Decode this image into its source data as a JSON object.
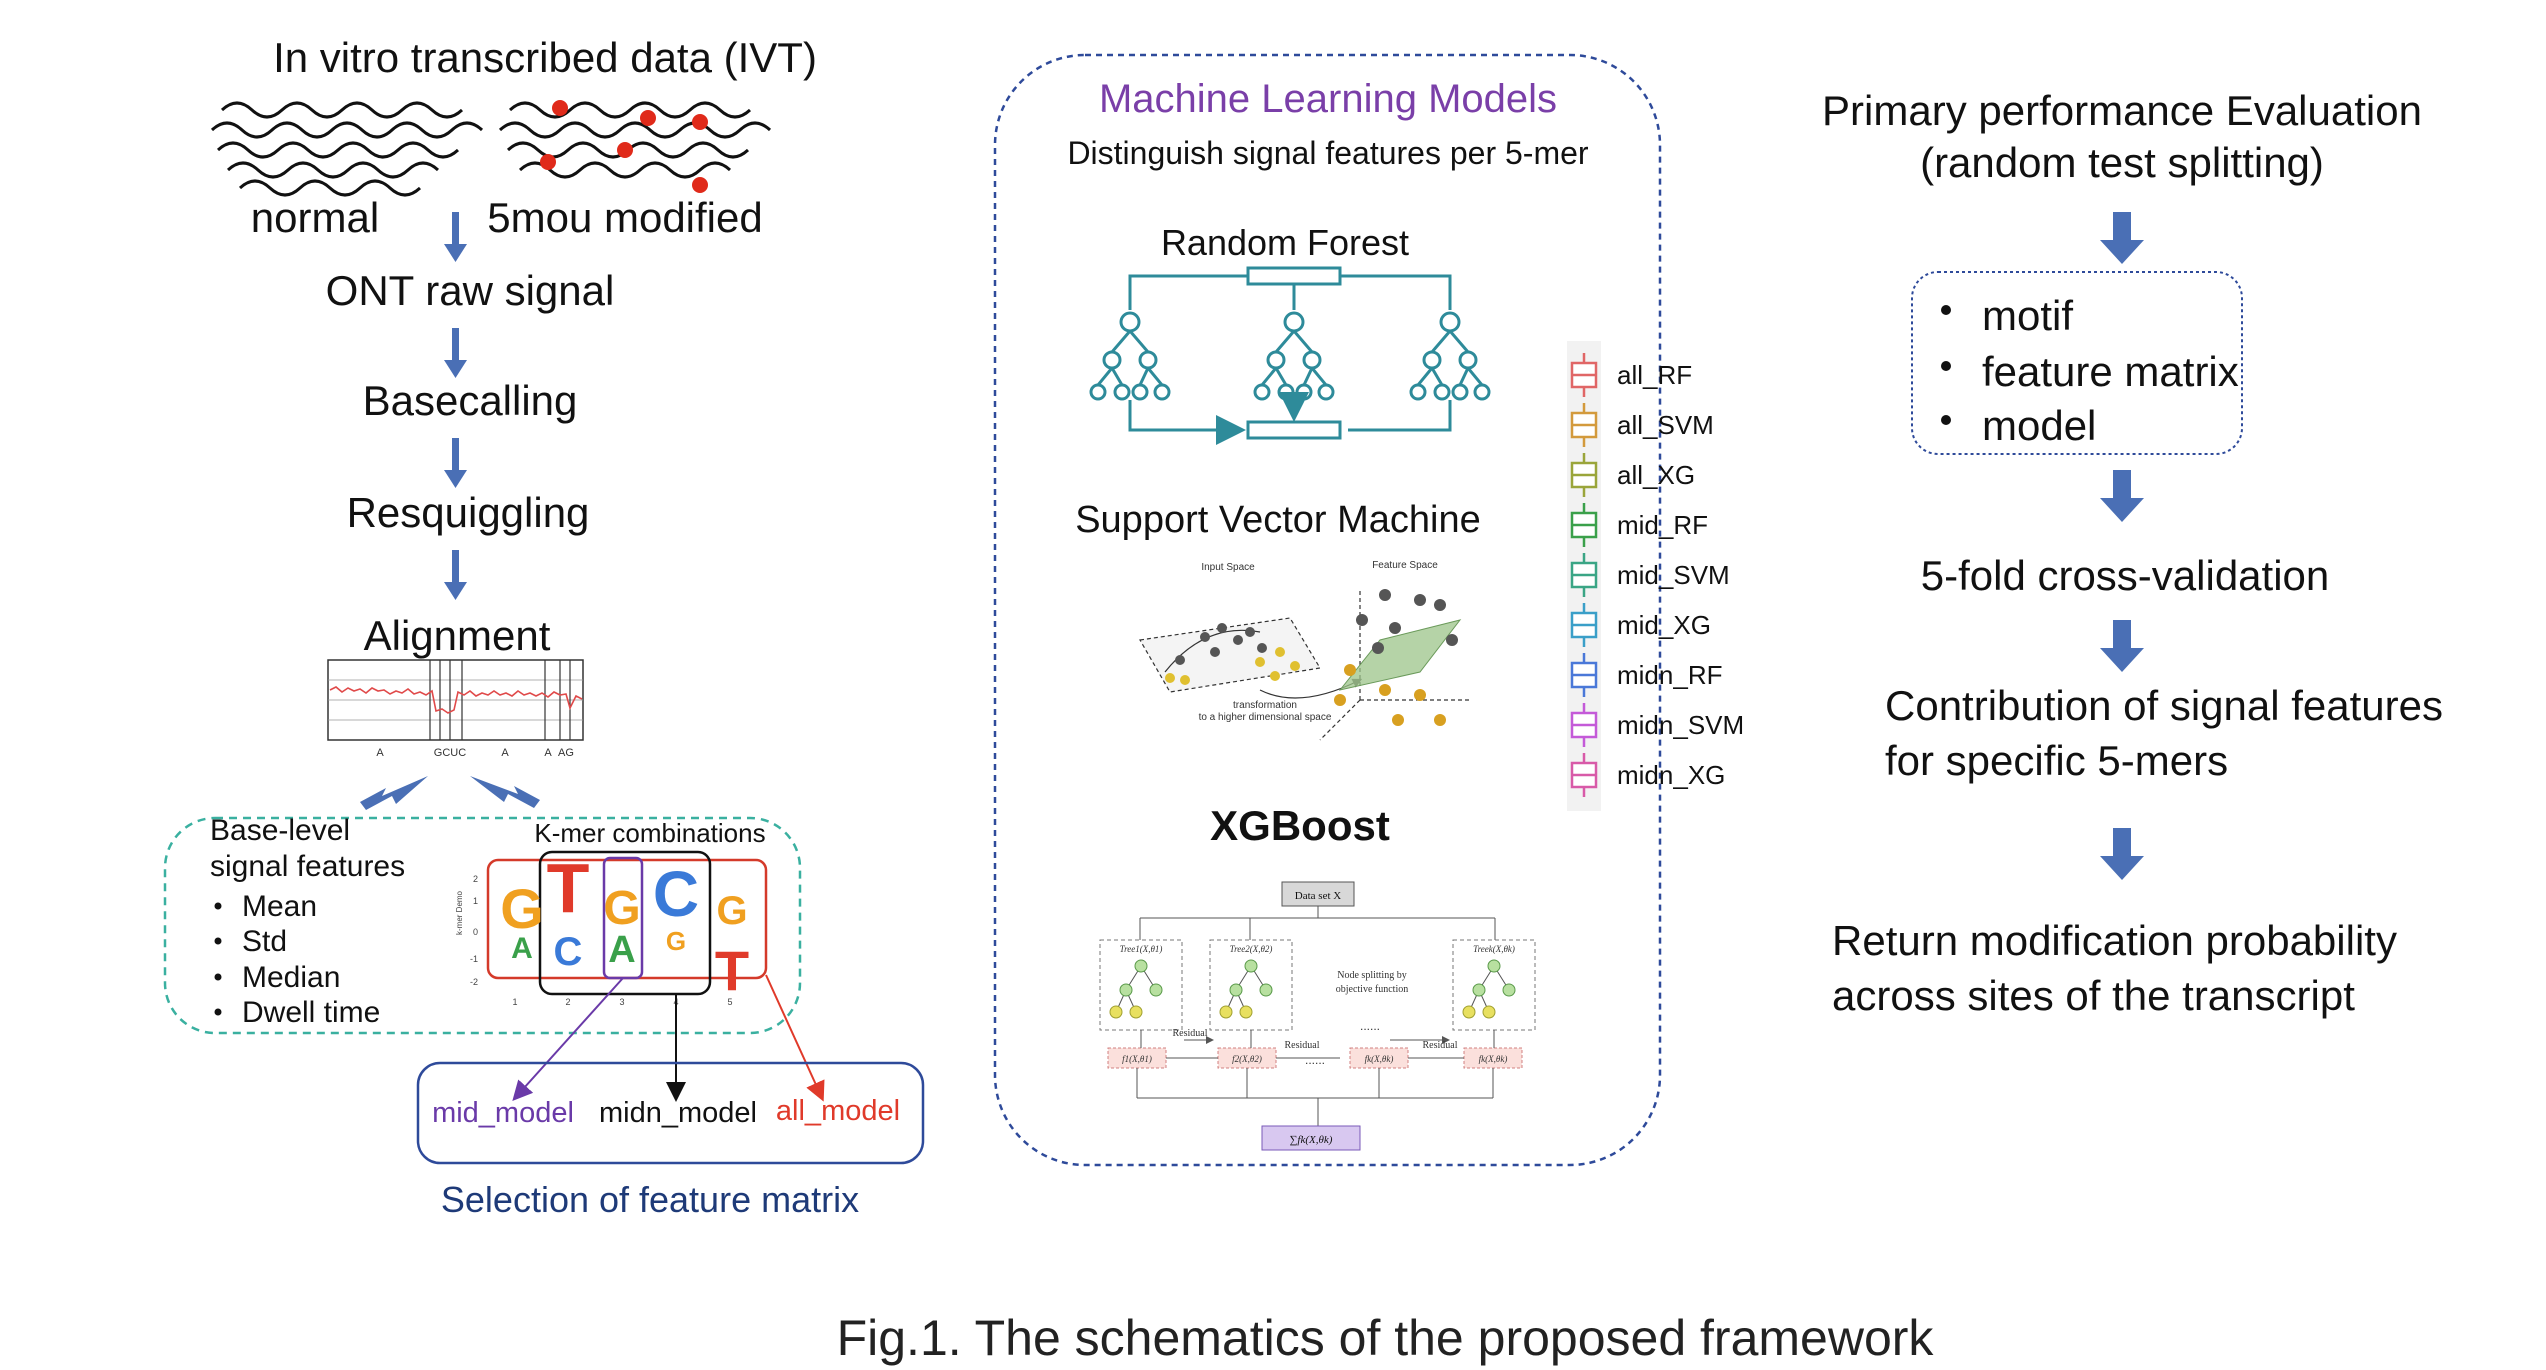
{
  "left_pipeline": {
    "title": "In vitro transcribed data (IVT)",
    "normal_label": "normal",
    "modified_label": "5mou modified",
    "steps": [
      "ONT raw signal",
      "Basecalling",
      "Resquiggling",
      "Alignment"
    ],
    "alignment_bases": [
      "A",
      "GCUC",
      "A",
      "A",
      "AG"
    ],
    "base_features": {
      "title_line1": "Base-level",
      "title_line2": "signal features",
      "items": [
        "Mean",
        "Std",
        "Median",
        "Dwell time"
      ]
    },
    "kmer": {
      "title": "K-mer combinations",
      "ylabel": "k-mer Demo",
      "y_ticks": [
        "2",
        "1",
        "0",
        "-1",
        "-2"
      ],
      "x_ticks": [
        "1",
        "2",
        "3",
        "4",
        "5"
      ],
      "top_letters": [
        "G",
        "T",
        "G",
        "C",
        "G"
      ],
      "bottom_letters": [
        "A",
        "C",
        "A",
        "G",
        "T"
      ]
    },
    "feature_matrix": {
      "mid": "mid_model",
      "midn": "midn_model",
      "all": "all_model",
      "caption": "Selection of feature matrix"
    }
  },
  "ml_panel": {
    "title": "Machine Learning Models",
    "subtitle": "Distinguish signal features per 5-mer",
    "random_forest": "Random Forest",
    "svm": {
      "title": "Support Vector Machine",
      "input_space": "Input Space",
      "feature_space": "Feature Space",
      "transform_line1": "transformation",
      "transform_line2": "to a higher dimensional space"
    },
    "xgboost": {
      "title": "XGBoost",
      "dataset": "Data set  X",
      "trees": [
        "Tree1(X,θ1)",
        "Tree2(X,θ2)",
        "Treek(X,θk)"
      ],
      "split_note_line1": "Node splitting by",
      "split_note_line2": "objective function",
      "residual": "Residual",
      "leaves": [
        "f1(X,θ1)",
        "f2(X,θ2)",
        "fk(X,θk)",
        "fk(X,θk)"
      ],
      "sum": "∑fk(X,θk)"
    },
    "legend": [
      {
        "label": "all_RF",
        "color": "#e06666"
      },
      {
        "label": "all_SVM",
        "color": "#d39a3c"
      },
      {
        "label": "all_XG",
        "color": "#9aa53a"
      },
      {
        "label": "mid_RF",
        "color": "#3aa04a"
      },
      {
        "label": "mid_SVM",
        "color": "#3aa585"
      },
      {
        "label": "mid_XG",
        "color": "#3a9fc8"
      },
      {
        "label": "midn_RF",
        "color": "#4a78d8"
      },
      {
        "label": "midn_SVM",
        "color": "#c45ad8"
      },
      {
        "label": "midn_XG",
        "color": "#d85aa8"
      }
    ]
  },
  "right_pipeline": {
    "title_line1": "Primary performance Evaluation",
    "title_line2": "(random test splitting)",
    "items": [
      "motif",
      "feature matrix",
      "model"
    ],
    "step2": "5-fold cross-validation",
    "step3_line1": "Contribution of signal features",
    "step3_line2": "for specific 5-mers",
    "step4_line1": "Return modification probability",
    "step4_line2": "across sites of the transcript"
  },
  "caption": "Fig.1. The schematics of the proposed framework",
  "colors": {
    "arrow": "#4a6fb5",
    "ml_border": "#2e4a9a",
    "ml_title": "#7a3fa8",
    "rf_teal": "#2e8b9a",
    "dashed_teal": "#3ab0a0",
    "kmer_red": "#d43a2a",
    "mid_purple": "#6a3aa8",
    "all_red": "#e03a2a",
    "matrix_border": "#2e4a9a",
    "caption_blue": "#1e3a78"
  }
}
